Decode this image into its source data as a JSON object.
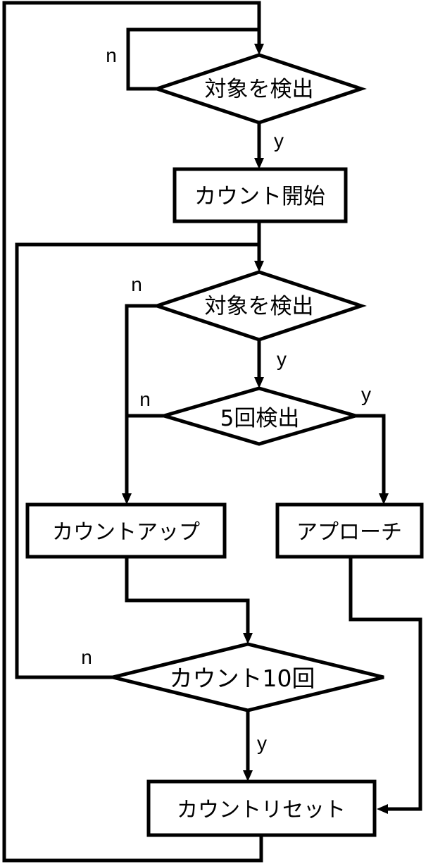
{
  "nodes": {
    "detect_1": "対象を検出",
    "count_start": "カウント開始",
    "detect_2": "対象を検出",
    "detect_five": "5回検出",
    "count_up": "カウントアップ",
    "approach": "アプローチ",
    "count_ten": "カウント10回",
    "count_reset": "カウントリセット"
  },
  "edge_labels": {
    "detect_1_no": "n",
    "detect_1_yes": "y",
    "detect_2_no": "n",
    "detect_2_yes": "y",
    "detect_five_no": "n",
    "detect_five_yes": "y",
    "count_ten_no": "n",
    "count_ten_yes": "y"
  }
}
